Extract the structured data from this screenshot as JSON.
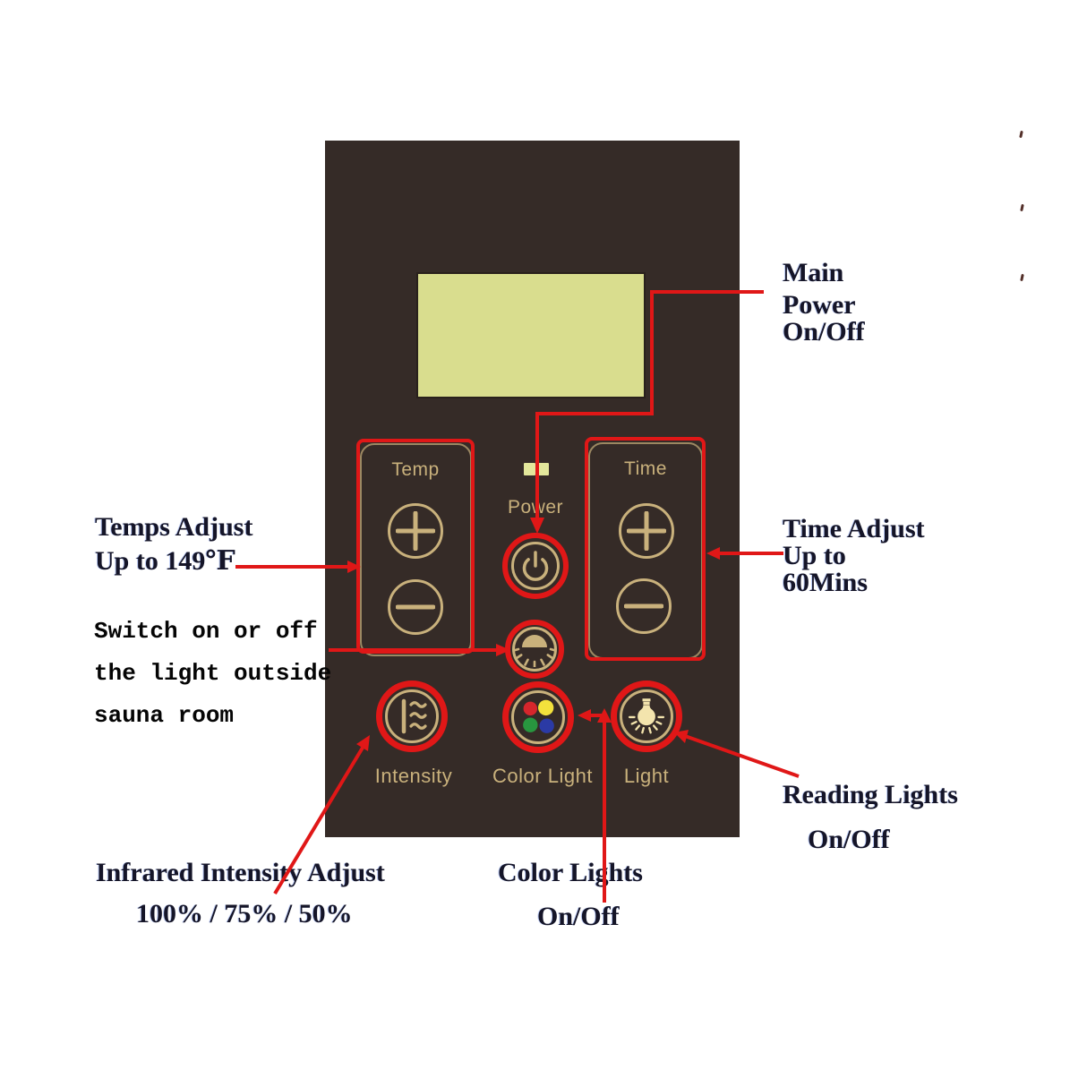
{
  "colors": {
    "annotation_red": "#e01717",
    "panel_bg": "#352b27",
    "panel_gold": "#c9b17c",
    "lcd_green": "#d9dd8e",
    "led_green": "#e3e79b",
    "ink": "#151528",
    "dot_red": "#d6262c",
    "dot_yellow": "#f3e13c",
    "dot_green": "#28963f",
    "dot_blue": "#2b3aa5",
    "bulb_fill": "#f3e4ad"
  },
  "panel": {
    "temp_label": "Temp",
    "time_label": "Time",
    "power_label": "Power",
    "intensity_label": "Intensity",
    "color_light_label": "Color Light",
    "light_label": "Light"
  },
  "callouts": {
    "temps_adjust": {
      "lines": [
        "Temps Adjust",
        "Up to 149℉"
      ]
    },
    "switch_light": {
      "lines": [
        "Switch on or off",
        "the light outside",
        "sauna room"
      ]
    },
    "main_power": {
      "lines": [
        "Main",
        "Power",
        "On/Off"
      ]
    },
    "time_adjust": {
      "lines": [
        "Time Adjust",
        "Up to",
        "60Mins"
      ]
    },
    "reading_lights": {
      "lines": [
        "Reading Lights",
        "On/Off"
      ]
    },
    "color_lights": {
      "lines": [
        "Color Lights",
        "On/Off"
      ]
    },
    "infrared_intensity": {
      "lines": [
        "Infrared Intensity Adjust",
        "100% / 75% / 50%"
      ]
    }
  }
}
